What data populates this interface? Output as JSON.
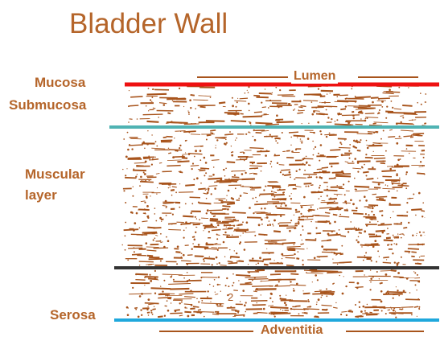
{
  "title": "Bladder Wall",
  "labels": {
    "mucosa": "Mucosa",
    "submucosa": "Submucosa",
    "muscular_line1": "Muscular",
    "muscular_line2": "layer",
    "serosa": "Serosa",
    "lumen": "Lumen",
    "adventitia": "Adventitia",
    "marker": "2"
  },
  "colors": {
    "text": "#b5652a",
    "tissue": "#a8541c",
    "mucosa_line": "#ee1111",
    "submucosa_line": "#4fb3b3",
    "muscle_line": "#333333",
    "serosa_line": "#1fa8dc"
  }
}
